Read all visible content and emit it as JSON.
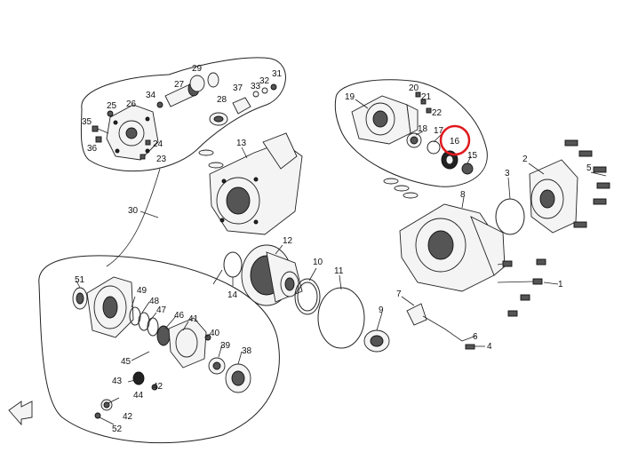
{
  "labels": {
    "l1": "1",
    "l2": "2",
    "l3": "3",
    "l4": "4",
    "l5": "5",
    "l6": "6",
    "l7": "7",
    "l8": "8",
    "l9": "9",
    "l10": "10",
    "l11": "11",
    "l12": "12",
    "l13": "13",
    "l14": "14",
    "l15": "15",
    "l16": "16",
    "l17": "17",
    "l18": "18",
    "l19": "19",
    "l20": "20",
    "l21": "21",
    "l22": "22",
    "l23": "23",
    "l24": "24",
    "l25": "25",
    "l26": "26",
    "l27": "27",
    "l28": "28",
    "l29": "29",
    "l30": "30",
    "l31": "31",
    "l32": "32",
    "l33": "33",
    "l34": "34",
    "l35": "35",
    "l36": "36",
    "l37": "37",
    "l38": "38",
    "l39": "39",
    "l40": "40",
    "l41": "41",
    "l42": "42",
    "l43": "43",
    "l44": "44",
    "l45": "45",
    "l46": "46",
    "l47": "47",
    "l48": "48",
    "l49": "49",
    "l51": "51",
    "l52": "52"
  },
  "highlight": {
    "label": "16",
    "color": "#e0191e"
  }
}
